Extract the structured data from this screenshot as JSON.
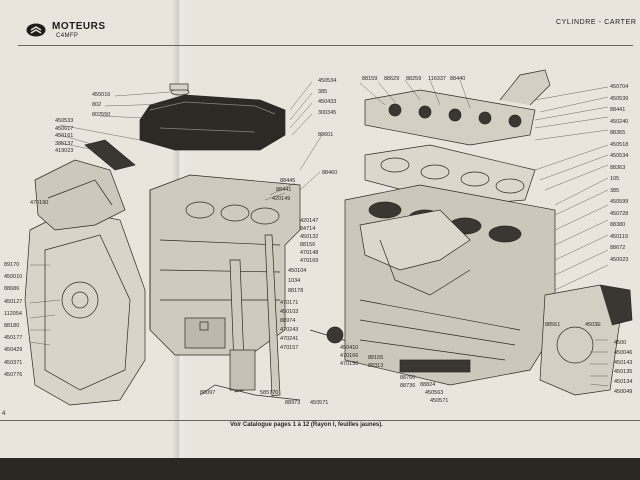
{
  "header": {
    "brand": "MOTEURS",
    "sub": "C4MFP",
    "section": "CYLINDRE - CARTER"
  },
  "footer": {
    "text": "Voir Catalogue pages 1 à 12 (Rayon I, feuilles jaunes).",
    "page_number": "4"
  },
  "labels": {
    "left": [
      "450016",
      "802",
      "802550",
      "450533",
      "450617",
      "450161",
      "385137",
      "419023",
      "470190",
      "89170",
      "450010",
      "88686",
      "450127",
      "112054",
      "88180",
      "450177",
      "450429",
      "450371",
      "450776"
    ],
    "top_center": [
      "450534",
      "385",
      "450433",
      "300345",
      "88601",
      "88460",
      "88445",
      "88441",
      "420149",
      "420147",
      "84714",
      "450132",
      "88156",
      "470148",
      "470169",
      "450104",
      "1034",
      "88178"
    ],
    "top_right": [
      "88159",
      "88629",
      "88259",
      "116337",
      "88440",
      "450704",
      "450539",
      "88441",
      "450240",
      "88365",
      "450518",
      "450534",
      "88363",
      "105",
      "385",
      "450599",
      "450728",
      "88380",
      "450119",
      "88672",
      "450023"
    ],
    "bottom_center": [
      "470171",
      "450103",
      "88974",
      "470243",
      "470241",
      "470157",
      "450410",
      "470166",
      "470150",
      "88155",
      "88313",
      "88760",
      "88736",
      "88824",
      "450563",
      "450571",
      "88097",
      "585770",
      "88973",
      "450571"
    ],
    "bottom_right": [
      "88561",
      "4503E",
      "4500",
      "450046",
      "450143",
      "450135",
      "450134",
      "450049"
    ]
  },
  "colors": {
    "paper": "#e9e5dc",
    "ink": "#1f1d1a",
    "background": "#2a2622"
  }
}
